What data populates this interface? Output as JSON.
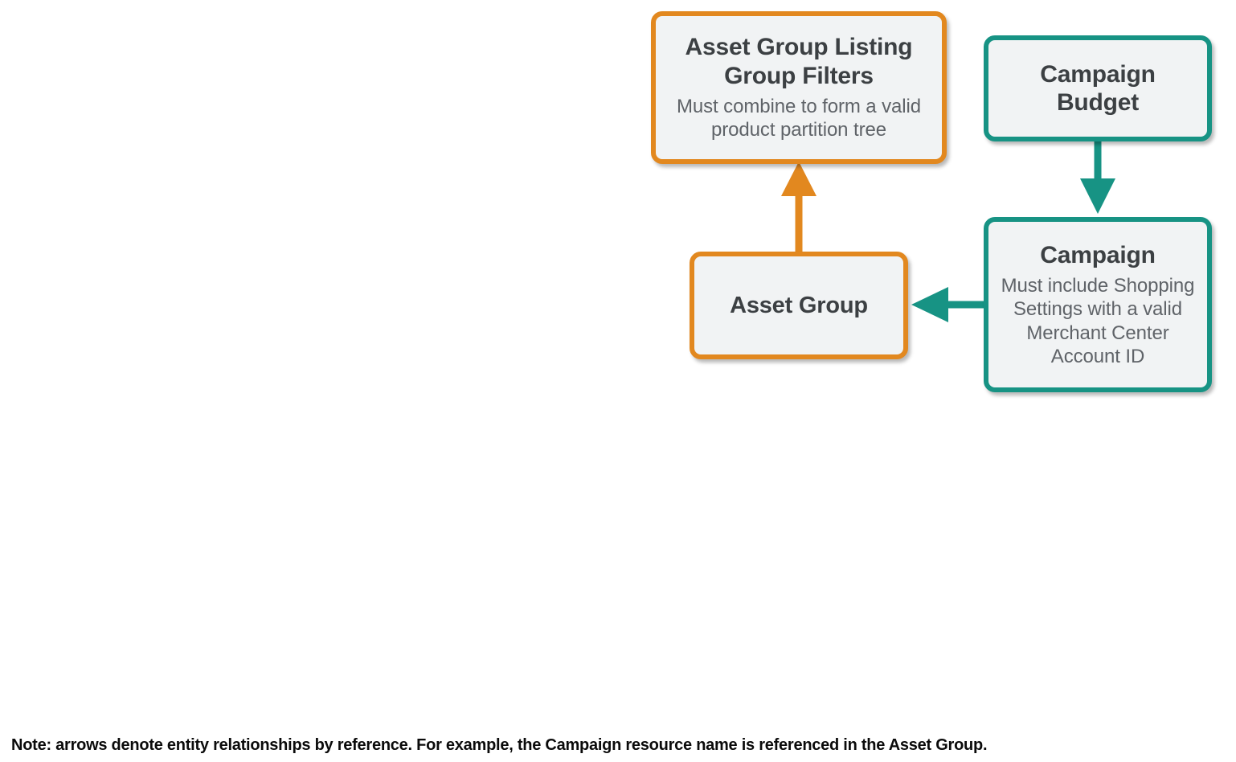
{
  "diagram": {
    "nodes": [
      {
        "id": "asset-group-listing-group-filters",
        "title": "Asset Group Listing Group Filters",
        "description": "Must combine to form a valid product partition tree",
        "accent_color": "#e2881f",
        "fill_color": "#f1f3f4"
      },
      {
        "id": "campaign-budget",
        "title": "Campaign Budget",
        "description": "",
        "accent_color": "#179384",
        "fill_color": "#f1f3f4"
      },
      {
        "id": "asset-group",
        "title": "Asset Group",
        "description": "",
        "accent_color": "#e2881f",
        "fill_color": "#f1f3f4"
      },
      {
        "id": "campaign",
        "title": "Campaign",
        "description": "Must include Shopping Settings with a valid Merchant Center Account ID",
        "accent_color": "#179384",
        "fill_color": "#f1f3f4"
      }
    ],
    "edges": [
      {
        "id": "asset-group-to-listing-group-filters",
        "from": "asset-group",
        "to": "asset-group-listing-group-filters",
        "color": "#e2881f",
        "direction": "up"
      },
      {
        "id": "campaign-budget-to-campaign",
        "from": "campaign-budget",
        "to": "campaign",
        "color": "#179384",
        "direction": "down"
      },
      {
        "id": "campaign-to-asset-group",
        "from": "campaign",
        "to": "asset-group",
        "color": "#179384",
        "direction": "left"
      }
    ],
    "note": "Note: arrows denote entity relationships by reference. For example, the Campaign resource name is referenced in the Asset Group."
  }
}
